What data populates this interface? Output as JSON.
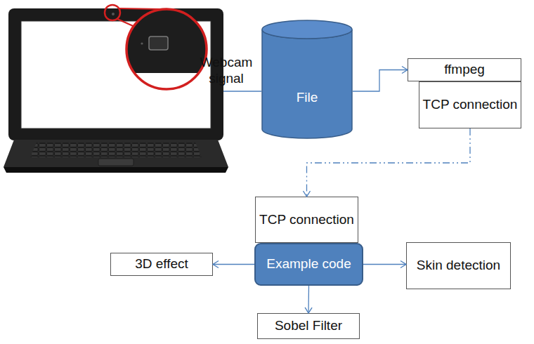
{
  "diagram": {
    "nodes": [
      {
        "text": [
          "File"
        ]
      },
      {
        "text": [
          "ffmpeg"
        ]
      },
      {
        "text": [
          "TCP connection"
        ]
      },
      {
        "text": [
          "TCP connection"
        ]
      },
      {
        "text": [
          "Example code"
        ]
      },
      {
        "text": [
          "3D effect"
        ]
      },
      {
        "text": [
          "Skin detection"
        ]
      },
      {
        "text": [
          "Sobel Filter"
        ]
      }
    ],
    "edges": [
      {
        "from": 0,
        "to": 1,
        "arrow": "to"
      },
      {
        "from": 2,
        "to": 3,
        "arrow": "to"
      },
      {
        "from": 4,
        "to": 5,
        "arrow": "to"
      },
      {
        "from": 4,
        "to": 6,
        "arrow": "to"
      },
      {
        "from": 4,
        "to": 7,
        "arrow": "to"
      }
    ],
    "labels": [
      "Webcam signal"
    ]
  }
}
